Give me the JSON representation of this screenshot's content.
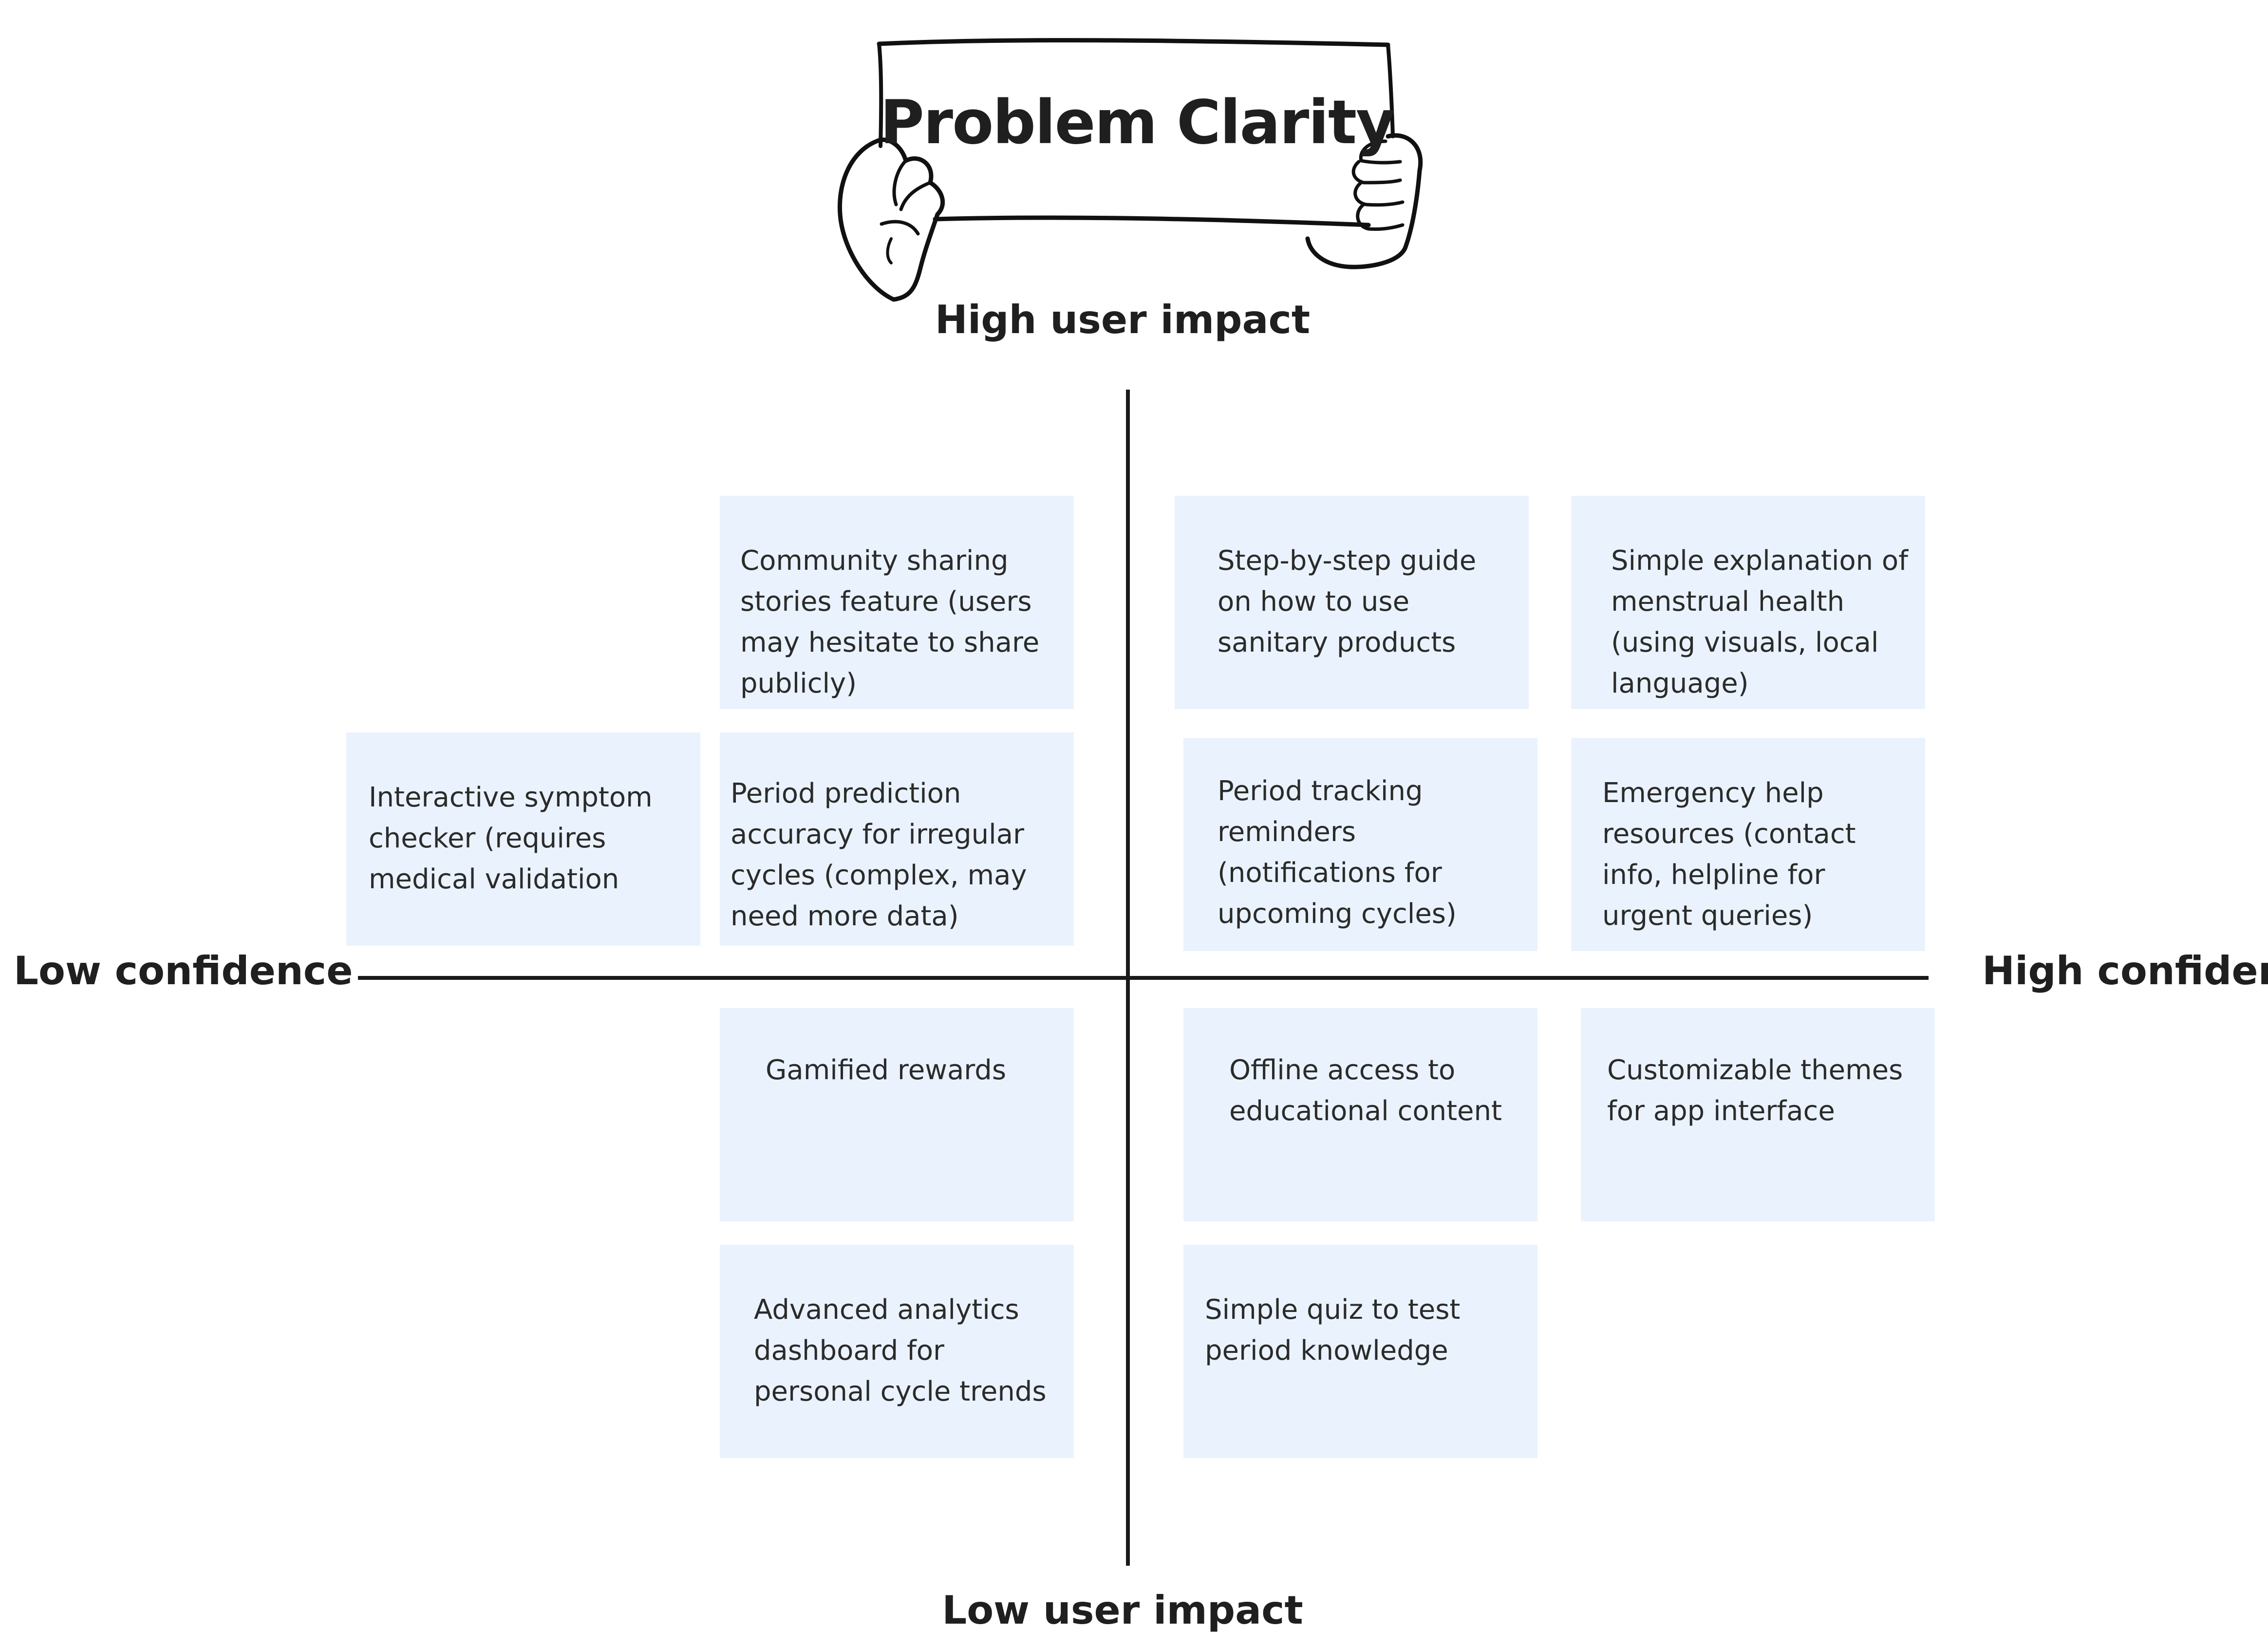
{
  "title": "Problem Clarity",
  "axes": {
    "top": "High user impact",
    "bottom": "Low user impact",
    "left": "Low confidence",
    "right": "High confidence"
  },
  "notes": [
    {
      "text": "Community sharing stories feature (users may hesitate to share publicly)",
      "quadrant": "high-impact-low-confidence"
    },
    {
      "text": "Step-by-step guide on how to use sanitary products",
      "quadrant": "high-impact-high-confidence"
    },
    {
      "text": "Simple explanation of menstrual health (using visuals, local language)",
      "quadrant": "high-impact-high-confidence"
    },
    {
      "text": "Interactive symptom checker (requires medical validation",
      "quadrant": "high-impact-low-confidence"
    },
    {
      "text": "Period prediction accuracy for irregular cycles (complex, may need more data)",
      "quadrant": "high-impact-low-confidence"
    },
    {
      "text": "Period tracking reminders (notifications for upcoming cycles)",
      "quadrant": "high-impact-high-confidence"
    },
    {
      "text": "Emergency help resources (contact info, helpline for urgent queries)",
      "quadrant": "high-impact-high-confidence"
    },
    {
      "text": "Gamified rewards",
      "quadrant": "low-impact-low-confidence"
    },
    {
      "text": "Offline access to educational content",
      "quadrant": "low-impact-high-confidence"
    },
    {
      "text": "Customizable themes for app interface",
      "quadrant": "low-impact-high-confidence"
    },
    {
      "text": "Advanced analytics dashboard for personal cycle trends",
      "quadrant": "low-impact-low-confidence"
    },
    {
      "text": "Simple quiz to test period knowledge",
      "quadrant": "low-impact-high-confidence"
    }
  ]
}
